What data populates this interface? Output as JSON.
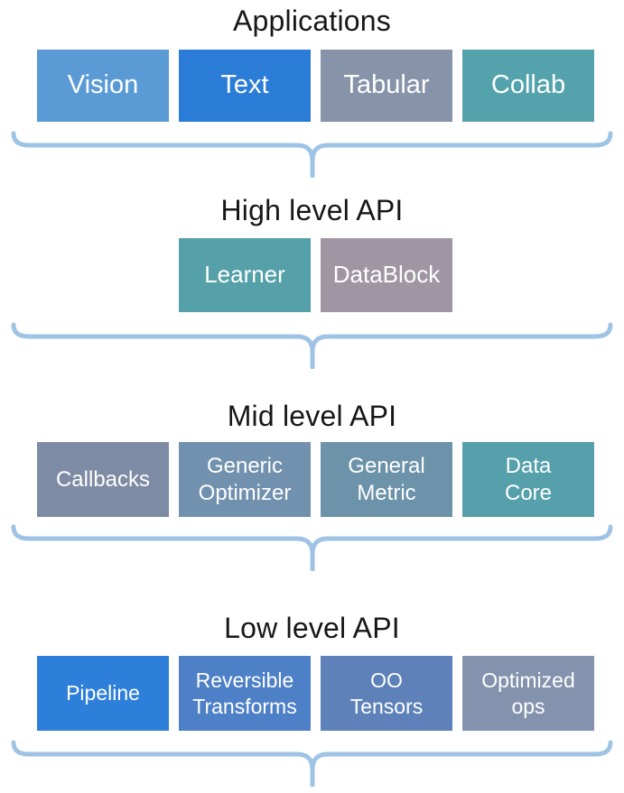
{
  "sections": [
    {
      "title": "Applications",
      "boxes": [
        {
          "label": "Vision",
          "color": "#5B9BD5"
        },
        {
          "label": "Text",
          "color": "#2B7CD7"
        },
        {
          "label": "Tabular",
          "color": "#8793A9"
        },
        {
          "label": "Collab",
          "color": "#54A3AC"
        }
      ]
    },
    {
      "title": "High level API",
      "boxes": [
        {
          "label": "Learner",
          "color": "#55A0A9"
        },
        {
          "label": "DataBlock",
          "color": "#A096A3"
        }
      ]
    },
    {
      "title": "Mid level API",
      "boxes": [
        {
          "label": "Callbacks",
          "color": "#7E8BA4"
        },
        {
          "label": "Generic\nOptimizer",
          "color": "#7191AE"
        },
        {
          "label": "General\nMetric",
          "color": "#6C93AA"
        },
        {
          "label": "Data\nCore",
          "color": "#55A0AA"
        }
      ]
    },
    {
      "title": "Low level API",
      "boxes": [
        {
          "label": "Pipeline",
          "color": "#2E7FD9"
        },
        {
          "label": "Reversible\nTransforms",
          "color": "#4E80C7"
        },
        {
          "label": "OO\nTensors",
          "color": "#5D81B8"
        },
        {
          "label": "Optimized\nops",
          "color": "#8493AD"
        }
      ]
    }
  ],
  "brace": {
    "color": "#9FC3E5"
  },
  "text_color_boxes": "#FFFFFF",
  "text_color_titles": "#171717"
}
